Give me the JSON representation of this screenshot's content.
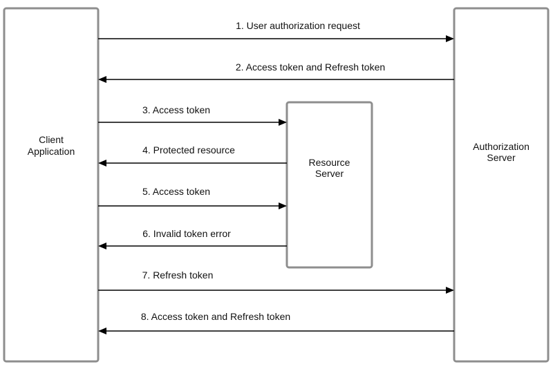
{
  "participants": {
    "client": {
      "label_line1": "Client",
      "label_line2": "Application"
    },
    "resource": {
      "label_line1": "Resource",
      "label_line2": "Server"
    },
    "auth": {
      "label_line1": "Authorization",
      "label_line2": "Server"
    }
  },
  "messages": [
    {
      "label": "1. User authorization request",
      "from": "client",
      "to": "auth"
    },
    {
      "label": "2. Access token and Refresh token",
      "from": "auth",
      "to": "client"
    },
    {
      "label": "3. Access token",
      "from": "client",
      "to": "resource"
    },
    {
      "label": "4. Protected resource",
      "from": "resource",
      "to": "client"
    },
    {
      "label": "5. Access token",
      "from": "client",
      "to": "resource"
    },
    {
      "label": "6. Invalid token error",
      "from": "resource",
      "to": "client"
    },
    {
      "label": "7. Refresh token",
      "from": "client",
      "to": "auth"
    },
    {
      "label": "8. Access token and Refresh token",
      "from": "auth",
      "to": "client"
    }
  ],
  "colors": {
    "box_border": "#8e8e8e",
    "arrow": "#000000",
    "text": "#111111"
  }
}
